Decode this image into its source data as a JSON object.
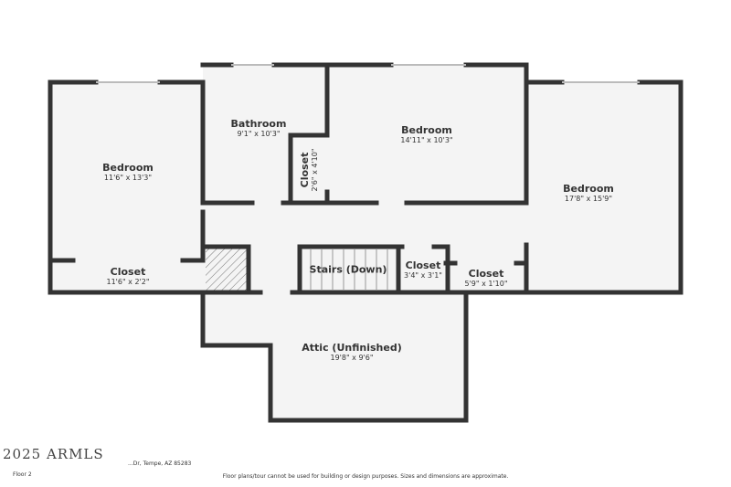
{
  "rooms": [
    {
      "name": "Bedroom",
      "dims": "11'6\" x 13'3\""
    },
    {
      "name": "Bathroom",
      "dims": "9'1\" x 10'3\""
    },
    {
      "name": "Bedroom",
      "dims": "14'11\" x 10'3\""
    },
    {
      "name": "Bedroom",
      "dims": "17'8\" x 15'9\""
    },
    {
      "name": "Closet",
      "dims": "2'6\" x 4'10\""
    },
    {
      "name": "Closet",
      "dims": "11'6\" x 2'2\""
    },
    {
      "name": "Stairs (Down)",
      "dims": ""
    },
    {
      "name": "Closet",
      "dims": "3'4\" x 3'1\""
    },
    {
      "name": "Closet",
      "dims": "5'9\" x 1'10\""
    },
    {
      "name": "Attic (Unfinished)",
      "dims": "19'8\" x 9'6\""
    }
  ],
  "footer": {
    "address": "...Dr, Tempe, AZ 85283",
    "floor": "Floor 2",
    "disclaimer": "Floor plans/tour cannot be used for building or design purposes. Sizes and dimensions are approximate.",
    "watermark": "2025 ARMLS"
  },
  "colors": {
    "wall": "#333333",
    "floor": "#f4f4f4"
  }
}
